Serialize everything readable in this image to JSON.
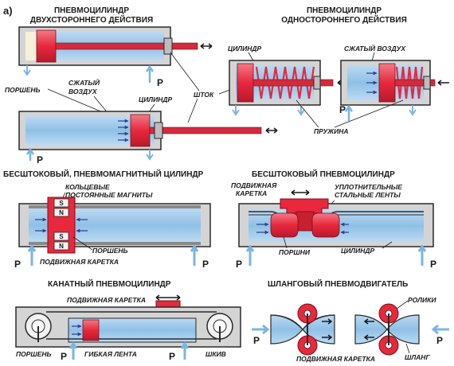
{
  "corner_label": "а)",
  "colors": {
    "air": "#8fc0e6",
    "air_light": "#cfe4f5",
    "piston": "#e8283c",
    "rod": "#d42a3d",
    "body": "#d4d4d4",
    "outline": "#2a2a2a",
    "arrow": "#7ab6e2"
  },
  "sec1": {
    "title_line1": "ПНЕВМОЦИЛИНДР",
    "title_line2": "ДВУХСТОРОННЕГО ДЕЙСТВИЯ",
    "label_piston": "ПОРШЕНЬ",
    "label_air_line1": "СЖАТЫЙ",
    "label_air_line2": "ВОЗДУХ",
    "label_cylinder": "ЦИЛИНДР",
    "label_rod": "ШТОК",
    "pressure_label_top": "P",
    "pressure_label_bottom": "P"
  },
  "sec2": {
    "title_line1": "ПНЕВМОЦИЛИНДР",
    "title_line2": "ОДНОСТОРОННЕГО ДЕЙСТВИЯ",
    "label_cylinder": "ЦИЛИНДР",
    "label_air": "СЖАТЫЙ ВОЗДУХ",
    "label_spring": "ПРУЖИНА",
    "pressure_label": "P"
  },
  "sec3": {
    "title": "БЕСШТОКОВЫЙ, ПНЕВМОМАГНИТНЫЙ ЦИЛИНДР",
    "label_magnets_line1": "КОЛЬЦЕВЫЕ",
    "label_magnets_line2": "ПОСТОЯННЫЕ  МАГНИТЫ",
    "label_piston": "ПОРШЕНЬ",
    "label_carriage": "ПОДВИЖНАЯ КАРЕТКА",
    "magnet_s": "S",
    "magnet_n": "N",
    "pressure_left": "P",
    "pressure_right": "P"
  },
  "sec4": {
    "title": "БЕСШТОКОВЫЙ ПНЕВМОЦИЛИНДР",
    "label_carriage_line1": "ПОДВИЖНАЯ",
    "label_carriage_line2": "КАРЕТКА",
    "label_bands_line1": "УПЛОТНИТЕЛЬНЫЕ",
    "label_bands_line2": "СТАЛЬНЫЕ ЛЕНТЫ",
    "label_pistons": "ПОРШНИ",
    "label_cylinder": "ЦИЛИНДР",
    "pressure_left": "P",
    "pressure_right": "P"
  },
  "sec5": {
    "title": "КАНАТНЫЙ ПНЕВМОЦИЛИНДР",
    "label_carriage": "ПОДВИЖНАЯ КАРЕТКА",
    "label_piston": "ПОРШЕНЬ",
    "label_tape": "ГИБКАЯ ЛЕНТА",
    "label_pulley": "ШКИВ",
    "pressure_left": "P",
    "pressure_right": "P"
  },
  "sec6": {
    "title": "ШЛАНГОВЫЙ ПНЕВМОДВИГАТЕЛЬ",
    "label_rollers": "РОЛИКИ",
    "label_carriage": "ПОДВИЖНАЯ  КАРЕТКА",
    "label_hose": "ШЛАНГ",
    "pressure_left": "P",
    "pressure_right": "P"
  }
}
